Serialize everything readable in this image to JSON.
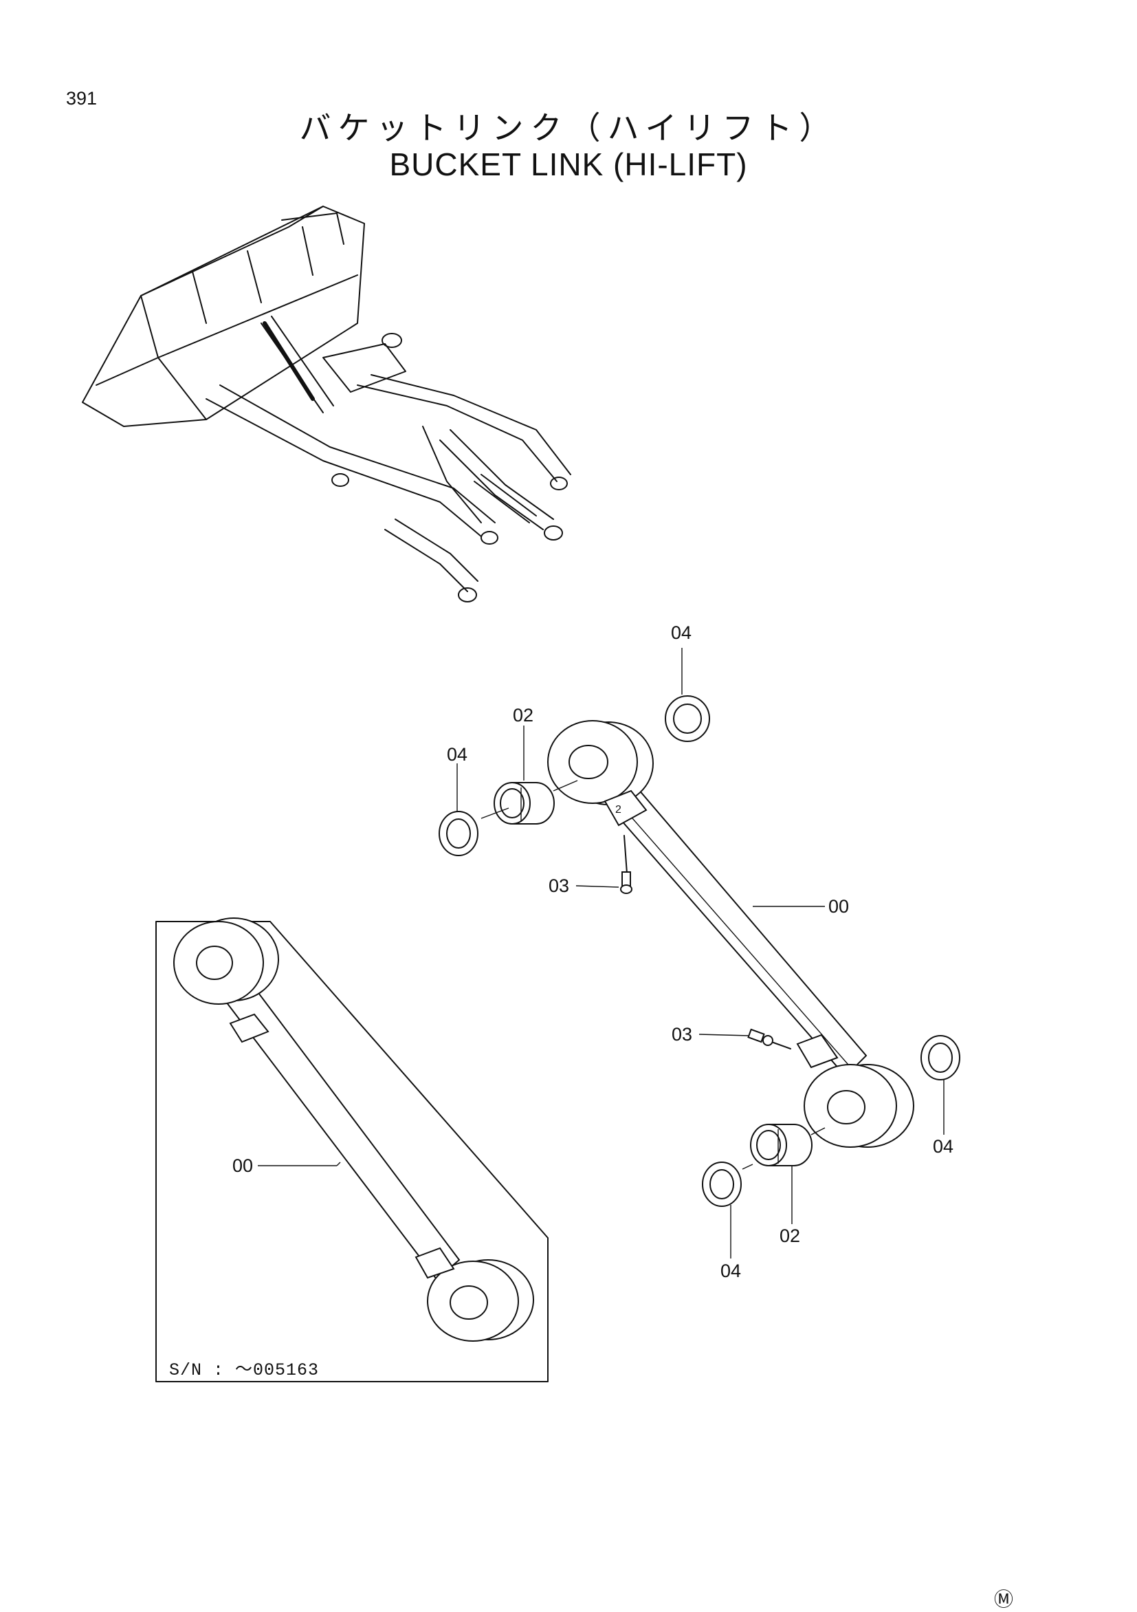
{
  "page_number": "391",
  "title_jp": "バケットリンク（ハイリフト）",
  "title_en": "BUCKET LINK (HI-LIFT)",
  "callouts": {
    "c04_top": "04",
    "c02_top": "02",
    "c04_left": "04",
    "c03_upper": "03",
    "c00_main": "00",
    "c03_lower": "03",
    "c04_right": "04",
    "c00_inset": "00",
    "c04_bottom": "04",
    "c02_bottom": "02"
  },
  "inset": {
    "serial_note": "S/N : ～005163"
  },
  "mark": "Ⓜ"
}
